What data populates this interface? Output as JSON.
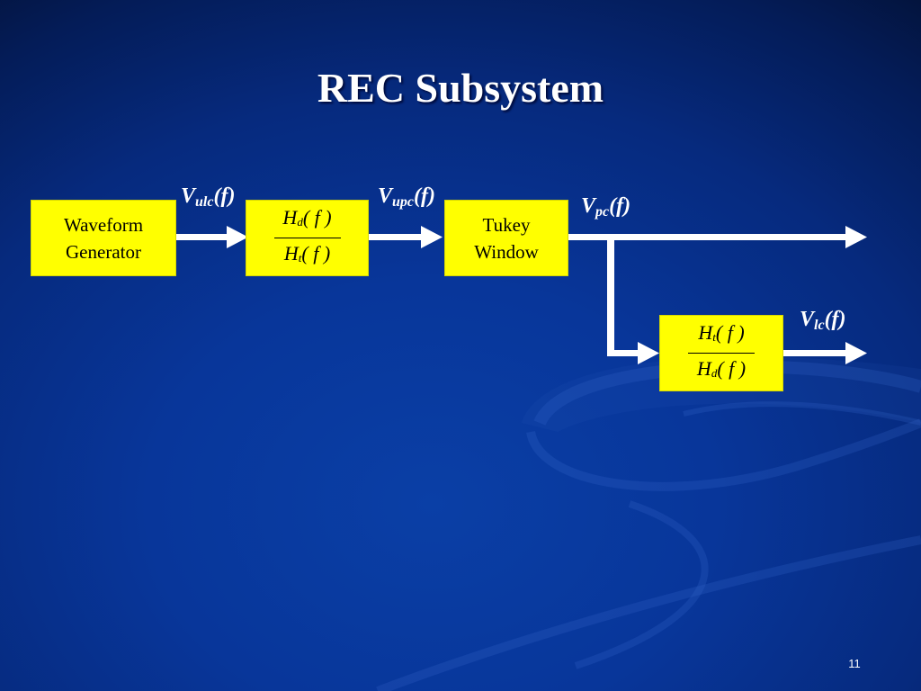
{
  "slide": {
    "title": "REC Subsystem",
    "page_number": "11"
  },
  "blocks": {
    "waveform_generator": {
      "line1": "Waveform",
      "line2": "Generator"
    },
    "predistortion_filter": {
      "numerator": {
        "sym": "H",
        "sub": "d",
        "arg": "( f )"
      },
      "denominator": {
        "sym": "H",
        "sub": "t",
        "arg": "( f )"
      }
    },
    "tukey_window": {
      "line1": "Tukey",
      "line2": "Window"
    },
    "compensation_filter": {
      "numerator": {
        "sym": "H",
        "sub": "t",
        "arg": "( f )"
      },
      "denominator": {
        "sym": "H",
        "sub": "d",
        "arg": "( f )"
      }
    }
  },
  "signals": {
    "v_ulc": {
      "sym": "V",
      "sub": "ulc",
      "arg": "(f)"
    },
    "v_upc": {
      "sym": "V",
      "sub": "upc",
      "arg": "(f)"
    },
    "v_pc": {
      "sym": "V",
      "sub": "pc",
      "arg": "(f)"
    },
    "v_lc": {
      "sym": "V",
      "sub": "lc",
      "arg": "(f)"
    }
  },
  "colors": {
    "block_fill": "#ffff00",
    "arrow": "#ffffff",
    "text_light": "#ffffff"
  }
}
